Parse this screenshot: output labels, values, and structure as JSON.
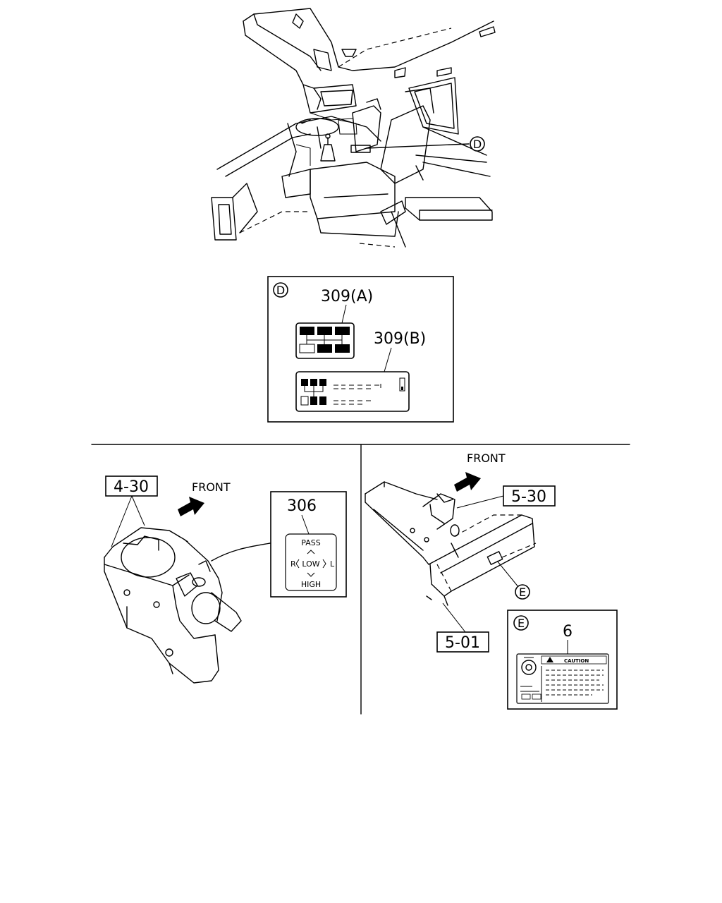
{
  "callouts": {
    "cab_view": "D",
    "detail_d": "D",
    "detail_e_marker": "E",
    "detail_e": "E"
  },
  "labels": {
    "part_309a": "309(A)",
    "part_309b": "309(B)",
    "part_306": "306",
    "part_6": "6",
    "ref_4_30": "4-30",
    "ref_5_30": "5-30",
    "ref_5_01": "5-01",
    "front_left": "FRONT",
    "front_right": "FRONT"
  },
  "decal_306": {
    "top": "PASS",
    "left": "R",
    "middle": "LOW",
    "right": "L",
    "bottom": "HIGH"
  },
  "decal_6": {
    "title": "CAUTION"
  }
}
